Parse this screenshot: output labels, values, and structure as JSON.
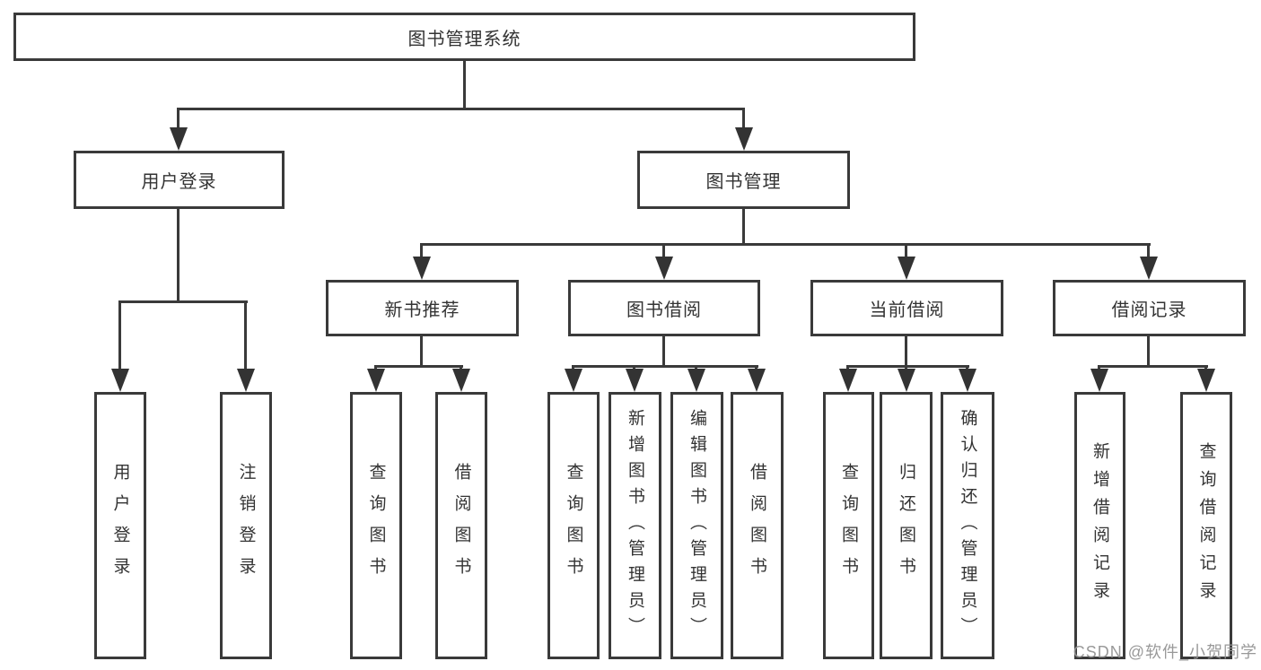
{
  "title": {
    "label": "图书管理系统"
  },
  "level2": [
    {
      "label": "用户登录"
    },
    {
      "label": "图书管理"
    }
  ],
  "level3": [
    {
      "label": "新书推荐",
      "parent": "图书管理"
    },
    {
      "label": "图书借阅",
      "parent": "图书管理"
    },
    {
      "label": "当前借阅",
      "parent": "图书管理"
    },
    {
      "label": "借阅记录",
      "parent": "图书管理"
    }
  ],
  "leaves": [
    {
      "label": "用户登录",
      "parent": "用户登录"
    },
    {
      "label": "注销登录",
      "parent": "用户登录"
    },
    {
      "label": "查询图书",
      "parent": "新书推荐"
    },
    {
      "label": "借阅图书",
      "parent": "新书推荐"
    },
    {
      "label": "查询图书",
      "parent": "图书借阅"
    },
    {
      "label": "新增图书（管理员）",
      "parent": "图书借阅"
    },
    {
      "label": "编辑图书（管理员）",
      "parent": "图书借阅"
    },
    {
      "label": "借阅图书",
      "parent": "图书借阅"
    },
    {
      "label": "查询图书",
      "parent": "当前借阅"
    },
    {
      "label": "归还图书",
      "parent": "当前借阅"
    },
    {
      "label": "确认归还（管理员）",
      "parent": "当前借阅"
    },
    {
      "label": "新增借阅记录",
      "parent": "借阅记录"
    },
    {
      "label": "查询借阅记录",
      "parent": "借阅记录"
    }
  ],
  "watermark": {
    "text": "CSDN @软件_小贺同学"
  },
  "colors": {
    "line": "#3a3a3a",
    "text": "#333333",
    "background": "#ffffff",
    "watermark": "#949494"
  }
}
